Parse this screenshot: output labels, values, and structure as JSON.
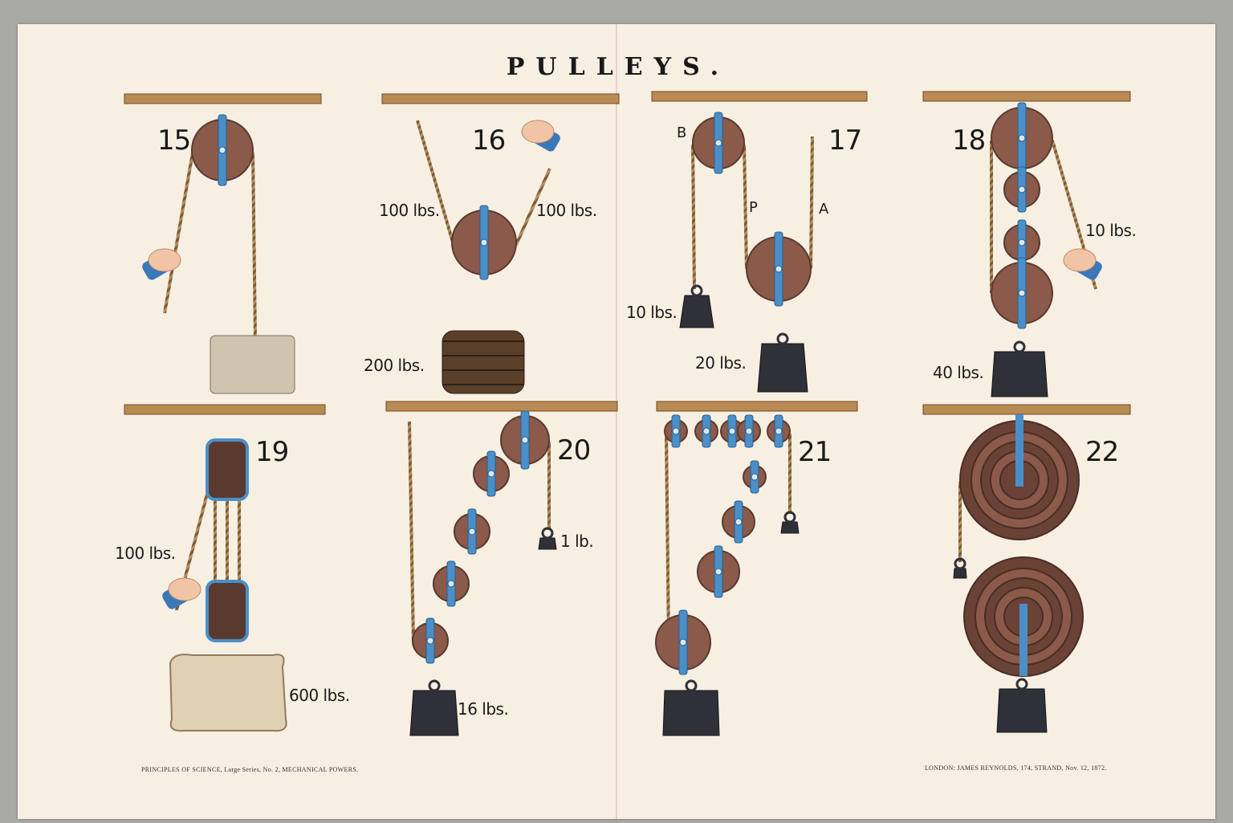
{
  "title": "PULLEYS.",
  "figures": [
    {
      "number": "15",
      "labels": []
    },
    {
      "number": "16",
      "labels": [
        "100 lbs.",
        "100 lbs.",
        "200 lbs."
      ]
    },
    {
      "number": "17",
      "labels": [
        "10 lbs.",
        "20 lbs."
      ],
      "letters": [
        "B",
        "P",
        "A"
      ]
    },
    {
      "number": "18",
      "labels": [
        "10 lbs.",
        "40 lbs."
      ]
    },
    {
      "number": "19",
      "labels": [
        "100 lbs.",
        "600 lbs."
      ]
    },
    {
      "number": "20",
      "labels": [
        "1 lb.",
        "16 lbs."
      ]
    },
    {
      "number": "21",
      "labels": []
    },
    {
      "number": "22",
      "labels": []
    }
  ],
  "footer": {
    "left": "PRINCIPLES OF SCIENCE, Large Series, No. 2, MECHANICAL POWERS.",
    "right": "LONDON: JAMES REYNOLDS, 174, STRAND, Nov. 12, 1872."
  },
  "colors": {
    "paper": "#f8efe3",
    "wood": "#b98a52",
    "pulley": "#8b5a4a",
    "bracket": "#4a8fc8",
    "weight": "#2f3038"
  }
}
